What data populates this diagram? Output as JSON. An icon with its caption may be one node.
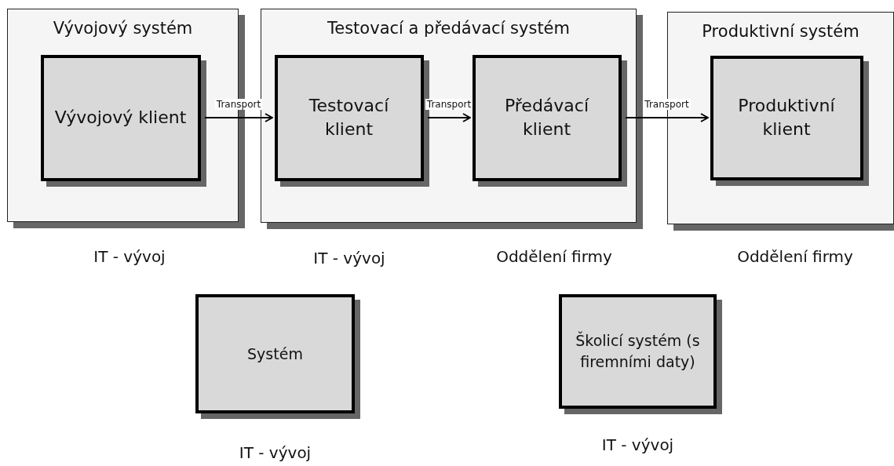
{
  "diagram": {
    "nodes": [
      {
        "text": [
          "Vývojový systém"
        ]
      },
      {
        "text": [
          "Vývojový klient"
        ],
        "in": 0
      },
      {
        "text": [
          "Testovací a předávací systém"
        ]
      },
      {
        "text": [
          "Testovací klient"
        ],
        "in": 2
      },
      {
        "text": [
          "Předávací klient"
        ],
        "in": 2
      },
      {
        "text": [
          "Produktivní systém"
        ]
      },
      {
        "text": [
          "Produktivní klient"
        ],
        "in": 5
      },
      {
        "text": [
          "Systém"
        ],
        "beside": [
          "IT - vývoj"
        ]
      },
      {
        "text": [
          "Školicí systém (s firemními daty)"
        ],
        "beside": [
          "IT - vývoj"
        ]
      }
    ],
    "edges": [
      {
        "from": 1,
        "to": 3,
        "arrow": "to",
        "label": "Transport"
      },
      {
        "from": 3,
        "to": 4,
        "arrow": "to",
        "label": "Transport"
      },
      {
        "from": 4,
        "to": 6,
        "arrow": "to",
        "label": "Transport"
      }
    ],
    "labels": [
      "IT - vývoj",
      "IT - vývoj",
      "Oddělení firmy",
      "Oddělení firmy"
    ]
  }
}
